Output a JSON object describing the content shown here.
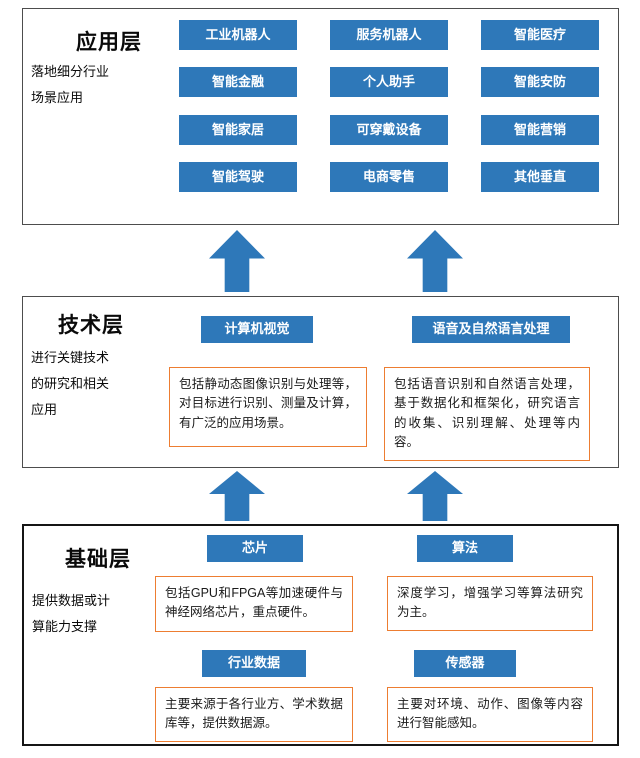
{
  "application": {
    "title": "应用层",
    "subtitle": "落地细分行业场景应用",
    "buttons": [
      "工业机器人",
      "服务机器人",
      "智能医疗",
      "智能金融",
      "个人助手",
      "智能安防",
      "智能家居",
      "可穿戴设备",
      "智能营销",
      "智能驾驶",
      "电商零售",
      "其他垂直"
    ]
  },
  "technology": {
    "title": "技术层",
    "subtitle": "进行关键技术的研究和相关应用",
    "columns": [
      {
        "header": "计算机视觉",
        "desc": "包括静动态图像识别与处理等，对目标进行识别、测量及计算，有广泛的应用场景。"
      },
      {
        "header": "语音及自然语言处理",
        "desc": "包括语音识别和自然语言处理，基于数据化和框架化，研究语言的收集、识别理解、处理等内容。"
      }
    ]
  },
  "foundation": {
    "title": "基础层",
    "subtitle": "提供数据或计算能力支撑",
    "columns": [
      {
        "header": "芯片",
        "desc": "包括GPU和FPGA等加速硬件与神经网络芯片，重点硬件。"
      },
      {
        "header": "算法",
        "desc": "深度学习，增强学习等算法研究为主。"
      },
      {
        "header": "行业数据",
        "desc": "主要来源于各行业方、学术数据库等，提供数据源。"
      },
      {
        "header": "传感器",
        "desc": "主要对环境、动作、图像等内容进行智能感知。"
      }
    ]
  },
  "icons": {
    "up_arrow": "block-up-arrow"
  },
  "colors": {
    "blue": "#2e78b9",
    "orange": "#ed7d31"
  }
}
